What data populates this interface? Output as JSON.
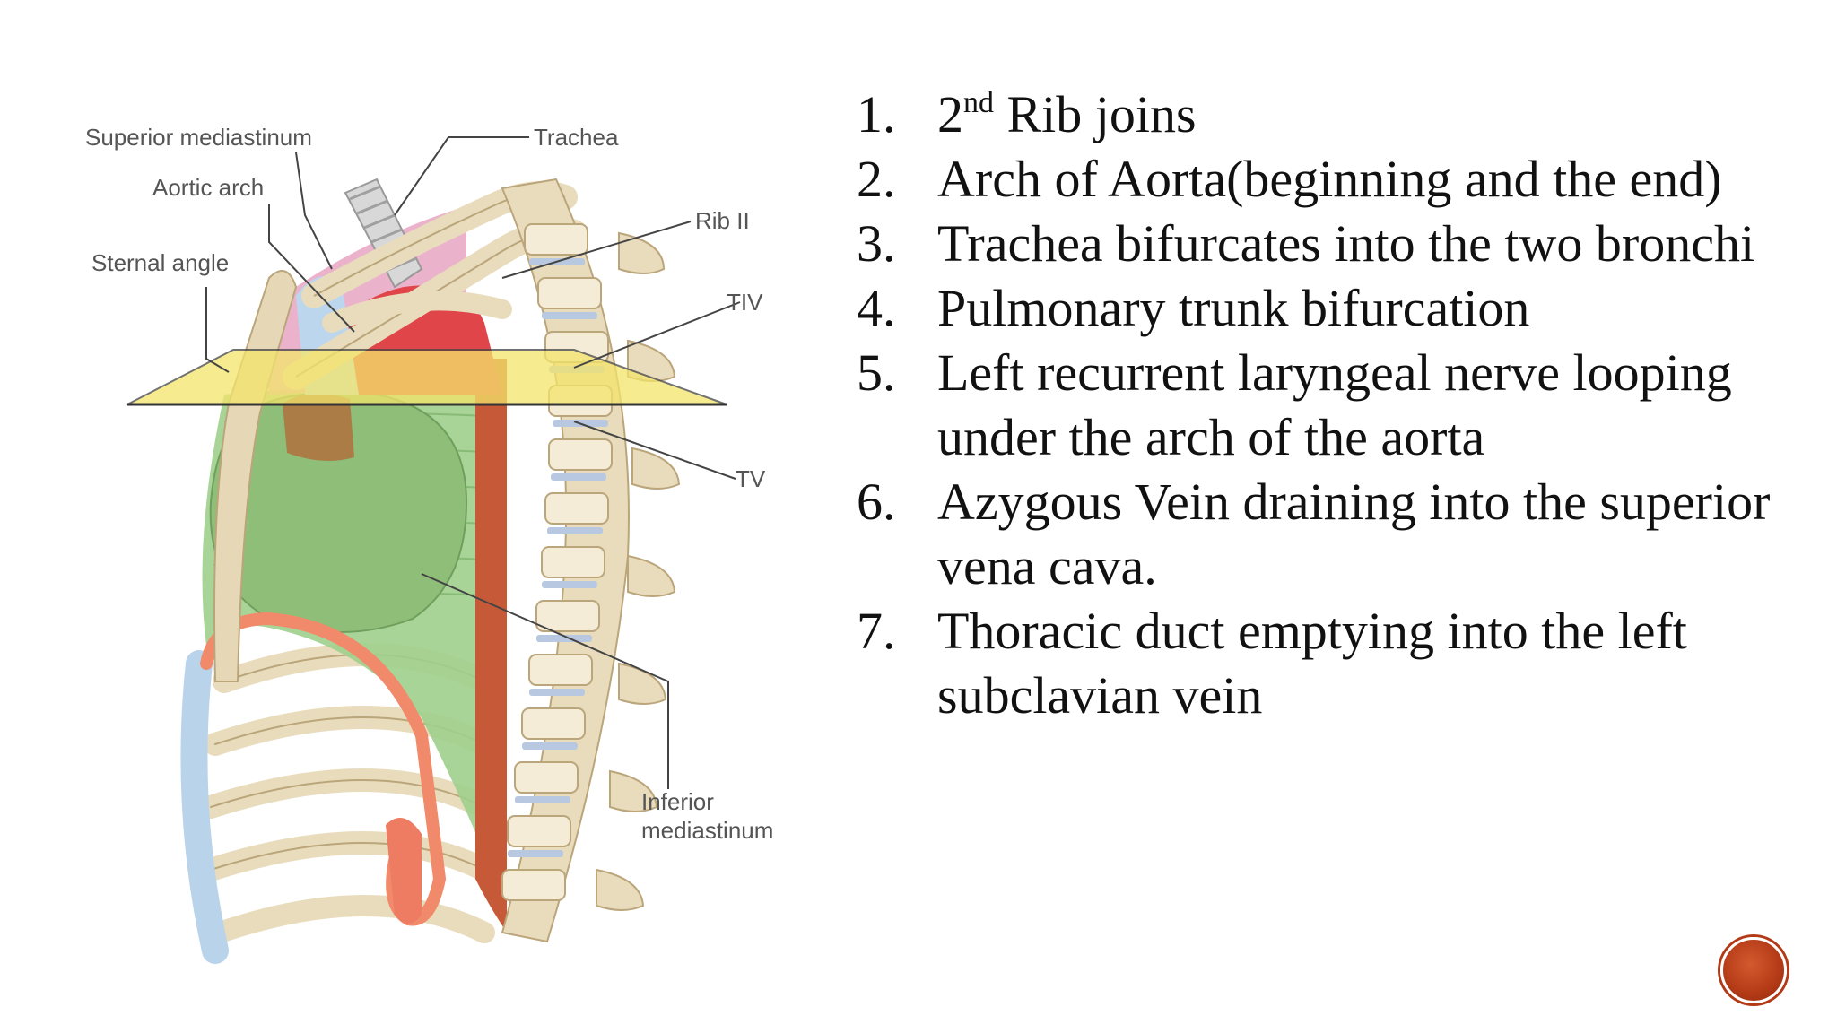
{
  "diagram": {
    "labels": {
      "superior_mediastinum": "Superior mediastinum",
      "trachea": "Trachea",
      "aortic_arch": "Aortic arch",
      "rib_ii": "Rib II",
      "sternal_angle": "Sternal angle",
      "tiv": "TIV",
      "tv": "TV",
      "inferior_line1": "Inferior",
      "inferior_line2": "mediastinum"
    }
  },
  "points": [
    {
      "num": "1.",
      "pre": "2",
      "sup": "nd",
      "post": " Rib joins"
    },
    {
      "num": "2.",
      "text": "Arch of Aorta(beginning and the end)"
    },
    {
      "num": "3.",
      "text": "Trachea bifurcates into the two bronchi"
    },
    {
      "num": "4.",
      "text": "Pulmonary trunk bifurcation"
    },
    {
      "num": "5.",
      "text": "Left recurrent laryngeal nerve looping under the arch of the aorta"
    },
    {
      "num": "6.",
      "text": "Azygous Vein draining into the superior vena cava."
    },
    {
      "num": "7.",
      "text": "Thoracic duct emptying into the left subclavian vein"
    }
  ],
  "colors": {
    "mediastinum_green": "#9fcf8c",
    "aorta_red": "#e0454a",
    "pink": "#e8a6c2",
    "bone": "#e9dcbc",
    "plane_yellow": "#f4e56a",
    "nav_button": "#b33a16"
  }
}
